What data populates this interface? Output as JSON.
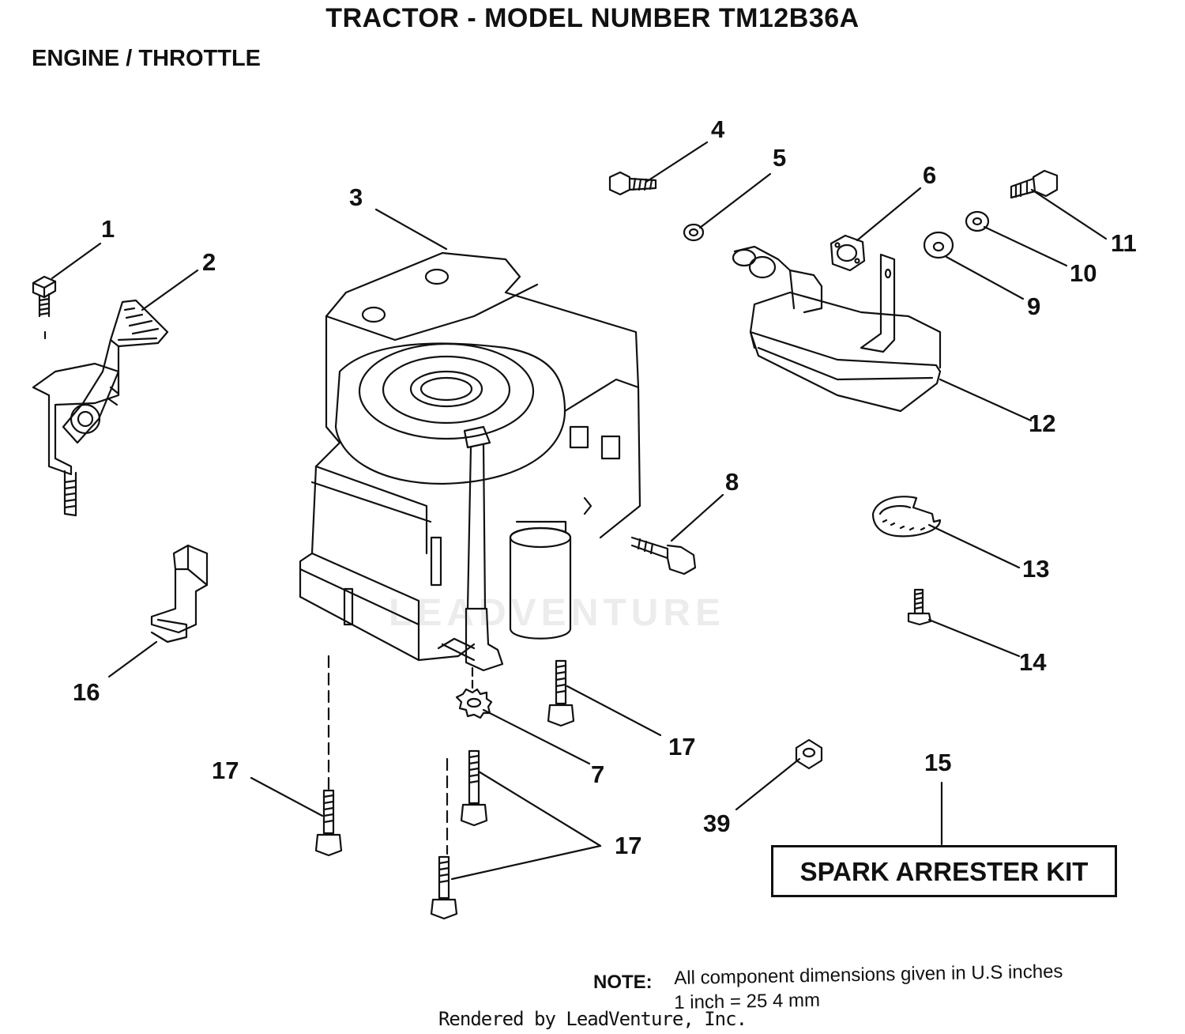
{
  "header": {
    "title": "TRACTOR  - MODEL NUMBER TM12B36A",
    "subtitle": "ENGINE / THROTTLE"
  },
  "callouts": {
    "c1": "1",
    "c2": "2",
    "c3": "3",
    "c4": "4",
    "c5": "5",
    "c6": "6",
    "c7": "7",
    "c8": "8",
    "c9": "9",
    "c10": "10",
    "c11": "11",
    "c12": "12",
    "c13": "13",
    "c14": "14",
    "c15": "15",
    "c16": "16",
    "c17a": "17",
    "c17b": "17",
    "c17c": "17",
    "c39": "39"
  },
  "kit_box": {
    "label": "SPARK ARRESTER KIT"
  },
  "note": {
    "label": "NOTE:",
    "line1": "All component dimensions given in U.S  inches",
    "line2": "1 inch = 25 4 mm"
  },
  "watermark": "LEADVENTURE",
  "footer": "Rendered by LeadVenture, Inc."
}
